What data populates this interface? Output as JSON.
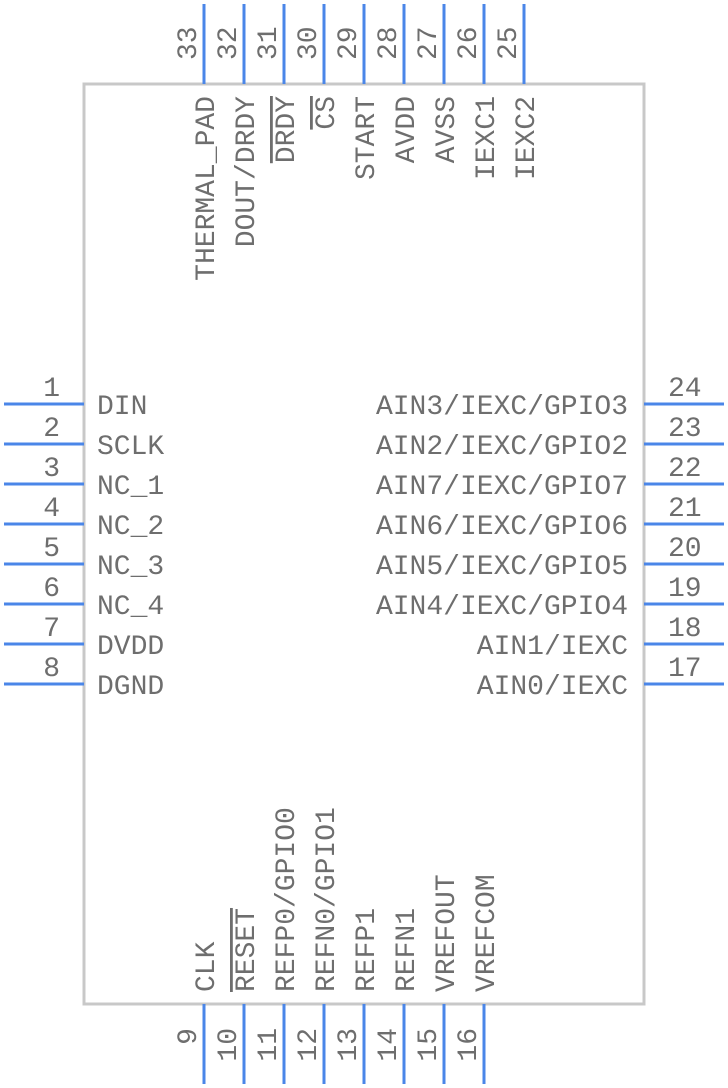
{
  "colors": {
    "pin": "#4a86e8",
    "body": "#c8c8c8",
    "text": "#6e6e6e",
    "background": "#ffffff"
  },
  "left_pins": [
    {
      "number": "1",
      "name": "DIN"
    },
    {
      "number": "2",
      "name": "SCLK"
    },
    {
      "number": "3",
      "name": "NC_1"
    },
    {
      "number": "4",
      "name": "NC_2"
    },
    {
      "number": "5",
      "name": "NC_3"
    },
    {
      "number": "6",
      "name": "NC_4"
    },
    {
      "number": "7",
      "name": "DVDD"
    },
    {
      "number": "8",
      "name": "DGND"
    }
  ],
  "right_pins": [
    {
      "number": "24",
      "name": "AIN3/IEXC/GPIO3"
    },
    {
      "number": "23",
      "name": "AIN2/IEXC/GPIO2"
    },
    {
      "number": "22",
      "name": "AIN7/IEXC/GPIO7"
    },
    {
      "number": "21",
      "name": "AIN6/IEXC/GPIO6"
    },
    {
      "number": "20",
      "name": "AIN5/IEXC/GPIO5"
    },
    {
      "number": "19",
      "name": "AIN4/IEXC/GPIO4"
    },
    {
      "number": "18",
      "name": "AIN1/IEXC"
    },
    {
      "number": "17",
      "name": "AIN0/IEXC"
    }
  ],
  "top_pins": [
    {
      "number": "33",
      "name": "THERMAL_PAD",
      "overline": false
    },
    {
      "number": "32",
      "name": "DOUT/DRDY",
      "overline": false
    },
    {
      "number": "31",
      "name": "DRDY",
      "overline": true
    },
    {
      "number": "30",
      "name": "CS",
      "overline": true
    },
    {
      "number": "29",
      "name": "START",
      "overline": false
    },
    {
      "number": "28",
      "name": "AVDD",
      "overline": false
    },
    {
      "number": "27",
      "name": "AVSS",
      "overline": false
    },
    {
      "number": "26",
      "name": "IEXC1",
      "overline": false
    },
    {
      "number": "25",
      "name": "IEXC2",
      "overline": false
    }
  ],
  "bottom_pins": [
    {
      "number": "9",
      "name": "CLK",
      "overline": false
    },
    {
      "number": "10",
      "name": "RESET",
      "overline": true
    },
    {
      "number": "11",
      "name": "REFP0/GPIO0",
      "overline": false
    },
    {
      "number": "12",
      "name": "REFN0/GPIO1",
      "overline": false
    },
    {
      "number": "13",
      "name": "REFP1",
      "overline": false
    },
    {
      "number": "14",
      "name": "REFN1",
      "overline": false
    },
    {
      "number": "15",
      "name": "VREFOUT",
      "overline": false
    },
    {
      "number": "16",
      "name": "VREFCOM",
      "overline": false
    }
  ]
}
